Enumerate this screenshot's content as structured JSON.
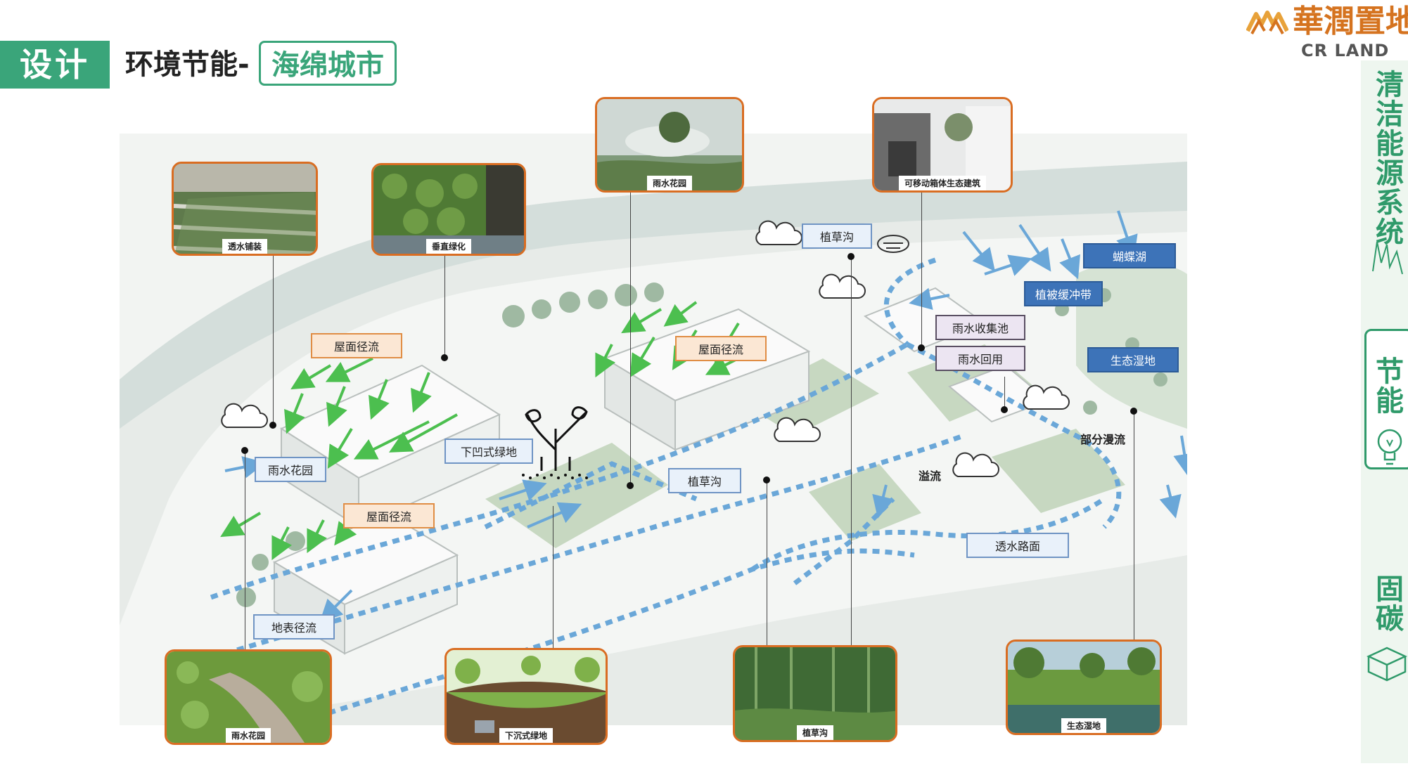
{
  "header": {
    "tag": "设计",
    "title": "环境节能-",
    "title_highlight": "海绵城市"
  },
  "logo": {
    "name_cn": "華潤置地",
    "name_en": "CR LAND"
  },
  "sidebar": {
    "items": [
      {
        "label": "清洁能源系统",
        "icon": "wind-icon",
        "active": false
      },
      {
        "label": "节能",
        "icon": "lightbulb-icon",
        "active": true
      },
      {
        "label": "固碳",
        "icon": "box-icon",
        "active": false
      }
    ]
  },
  "labels": {
    "roof_runoff_1": "屋面径流",
    "roof_runoff_2": "屋面径流",
    "roof_runoff_3": "屋面径流",
    "rain_garden": "雨水花园",
    "sunken_green": "下凹式绿地",
    "grass_swale_1": "植草沟",
    "grass_swale_2": "植草沟",
    "surface_runoff": "地表径流",
    "permeable_road": "透水路面",
    "rain_collection": "雨水收集池",
    "rain_reuse": "雨水回用",
    "butterfly_lake": "蝴蝶湖",
    "buffer_zone": "植被缓冲带",
    "wetland": "生态湿地",
    "partial_infiltration": "部分漫流",
    "overflow": "溢流"
  },
  "photos": {
    "permeable_paving": "透水铺装",
    "vertical_greening": "垂直绿化",
    "rain_garden_top": "雨水花园",
    "container_building": "可移动箱体生态建筑",
    "rain_garden_bottom": "雨水花园",
    "sunken_green_bottom": "下沉式绿地",
    "grass_swale_bottom": "植草沟",
    "wetland_bottom": "生态湿地"
  },
  "colors": {
    "accent_green": "#3aa57a",
    "photo_border": "#d96d22",
    "flow_blue": "#6aa7d8",
    "arrow_green": "#4cbf4f",
    "logo_orange": "#d5731f"
  }
}
